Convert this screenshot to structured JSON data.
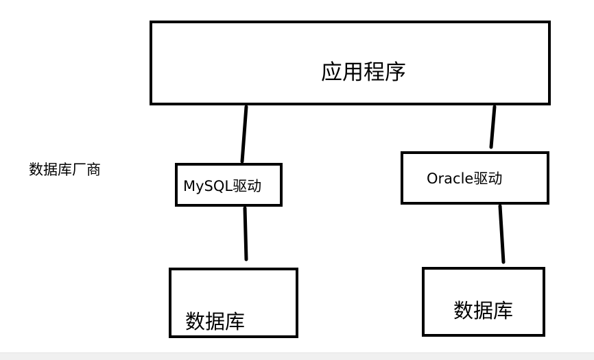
{
  "diagram": {
    "app_label": "应用程序",
    "vendor_label": "数据库厂商",
    "mysql_driver_label": "MySQL驱动",
    "oracle_driver_label": "Oracle驱动",
    "db_left_label": "数据库",
    "db_right_label": "数据库"
  }
}
